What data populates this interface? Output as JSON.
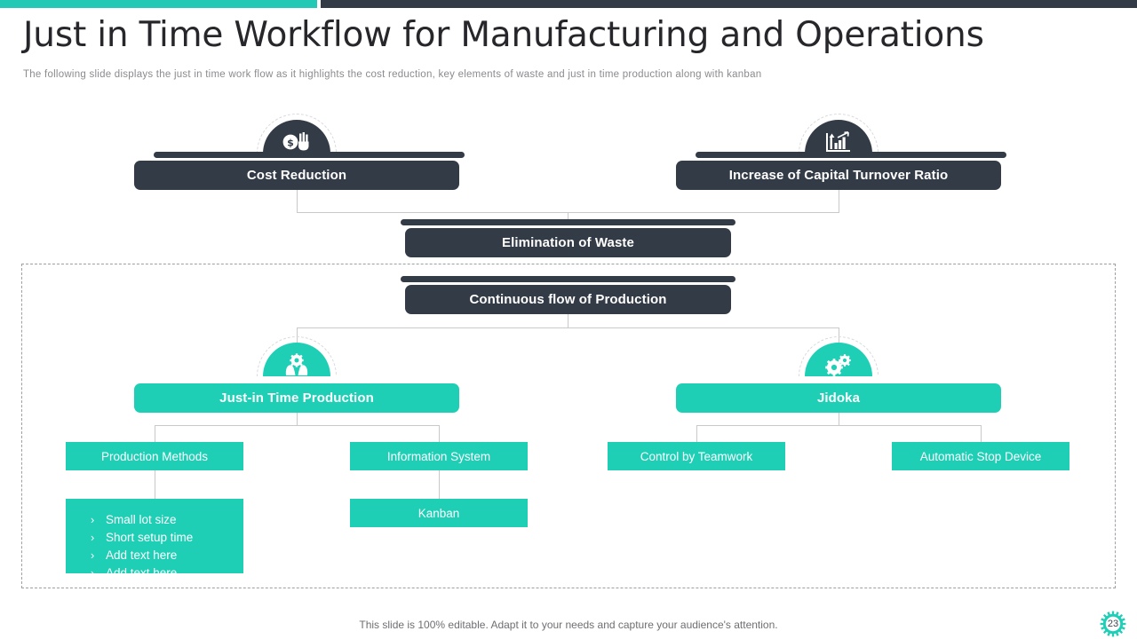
{
  "theme": {
    "accent_teal": "#1ecfb6",
    "accent_dark": "#333b47",
    "title_color": "#27272b",
    "subtitle_color": "#8b8b8f",
    "connector_color": "#c9c9c9",
    "dashed_border_color": "#9aa0a6"
  },
  "header": {
    "title": "Just in Time Workflow for Manufacturing and Operations",
    "subtitle": "The following  slide displays the just in time work flow  as it highlights the cost reduction,  key elements of waste and just in time production along with kanban"
  },
  "diagram": {
    "level1": [
      {
        "label": "Cost Reduction",
        "icon": "money-hand-icon",
        "style": "dark"
      },
      {
        "label": "Increase of Capital Turnover Ratio",
        "icon": "growth-chart-icon",
        "style": "dark"
      }
    ],
    "level2": {
      "label": "Elimination of Waste",
      "style": "dark"
    },
    "level3": {
      "label": "Continuous flow of Production",
      "style": "dark"
    },
    "level4": [
      {
        "label": "Just-in Time Production",
        "icon": "gear-hands-icon",
        "style": "teal"
      },
      {
        "label": "Jidoka",
        "icon": "gears-icon",
        "style": "teal"
      }
    ],
    "level5": [
      {
        "label": "Production Methods"
      },
      {
        "label": "Information  System"
      },
      {
        "label": "Control by Teamwork"
      },
      {
        "label": "Automatic Stop Device"
      }
    ],
    "level6": {
      "kanban_label": "Kanban",
      "bullet_marker": "›",
      "bullets": [
        "Small lot size",
        "Short setup time",
        "Add text here",
        "Add text here"
      ]
    }
  },
  "footer": {
    "note": "This slide is 100% editable. Adapt it to your needs and capture your audience's attention.",
    "page_number": "23"
  }
}
